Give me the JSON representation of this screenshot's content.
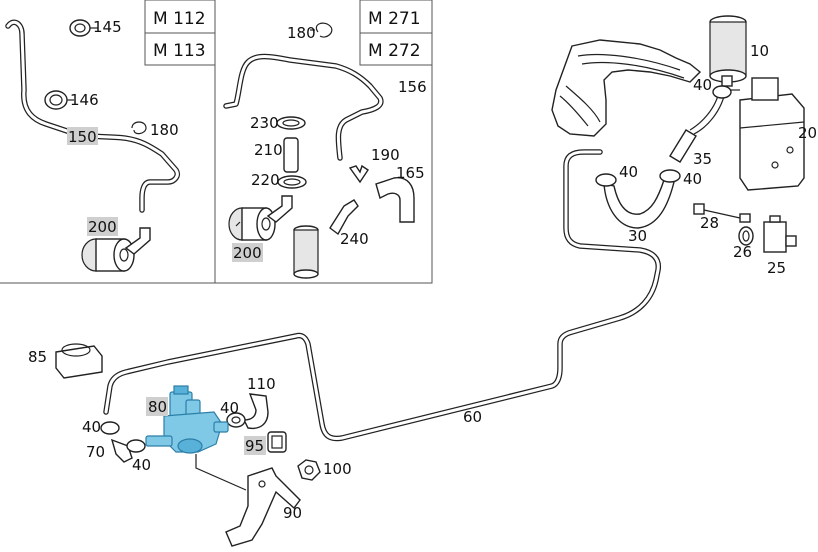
{
  "models": {
    "left": [
      "M 112",
      "M 113"
    ],
    "right": [
      "M 271",
      "M 272"
    ]
  },
  "callouts": [
    {
      "key": "145",
      "text": "145"
    },
    {
      "key": "146",
      "text": "146"
    },
    {
      "key": "150",
      "text": "150",
      "highlight": true
    },
    {
      "key": "180a",
      "text": "180"
    },
    {
      "key": "200a",
      "text": "200",
      "highlight": true
    },
    {
      "key": "180b",
      "text": "180"
    },
    {
      "key": "156",
      "text": "156"
    },
    {
      "key": "230",
      "text": "230"
    },
    {
      "key": "210",
      "text": "210"
    },
    {
      "key": "190",
      "text": "190"
    },
    {
      "key": "220",
      "text": "220"
    },
    {
      "key": "165",
      "text": "165"
    },
    {
      "key": "240",
      "text": "240"
    },
    {
      "key": "200b",
      "text": "200",
      "highlight": true
    },
    {
      "key": "10",
      "text": "10"
    },
    {
      "key": "40a",
      "text": "40"
    },
    {
      "key": "20",
      "text": "20"
    },
    {
      "key": "35",
      "text": "35"
    },
    {
      "key": "40b",
      "text": "40"
    },
    {
      "key": "40c",
      "text": "40"
    },
    {
      "key": "30",
      "text": "30"
    },
    {
      "key": "28",
      "text": "28"
    },
    {
      "key": "26",
      "text": "26"
    },
    {
      "key": "25",
      "text": "25"
    },
    {
      "key": "85",
      "text": "85"
    },
    {
      "key": "110",
      "text": "110"
    },
    {
      "key": "80",
      "text": "80",
      "highlight": true
    },
    {
      "key": "40d",
      "text": "40"
    },
    {
      "key": "40e",
      "text": "40"
    },
    {
      "key": "95",
      "text": "95",
      "highlight": true
    },
    {
      "key": "70",
      "text": "70"
    },
    {
      "key": "40f",
      "text": "40"
    },
    {
      "key": "100",
      "text": "100"
    },
    {
      "key": "60",
      "text": "60"
    },
    {
      "key": "90",
      "text": "90"
    }
  ],
  "colors": {
    "highlight_part": "#7fc8e6",
    "label_highlight": "#cfcfcf",
    "line": "#222222"
  }
}
